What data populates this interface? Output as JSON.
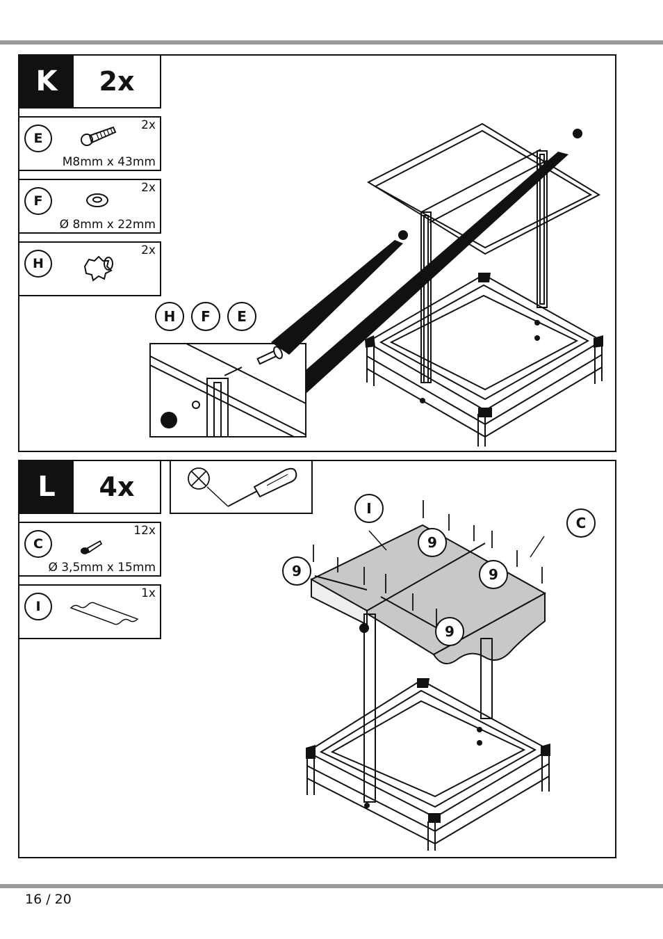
{
  "step_k": {
    "letter": "K",
    "count": "2x",
    "parts": [
      {
        "label": "E",
        "qty": "2x",
        "spec": "M8mm x 43mm",
        "icon": "bolt-icon"
      },
      {
        "label": "F",
        "qty": "2x",
        "spec": "Ø 8mm x 22mm",
        "icon": "washer-icon"
      },
      {
        "label": "H",
        "qty": "2x",
        "spec": "",
        "icon": "star-knob-icon"
      }
    ],
    "detail_callouts": [
      "H",
      "F",
      "E"
    ]
  },
  "step_l": {
    "letter": "L",
    "count": "4x",
    "tool_icon": "screwdriver-phillips-icon",
    "parts": [
      {
        "label": "C",
        "qty": "12x",
        "spec": "Ø 3,5mm x 15mm",
        "icon": "screw-icon"
      },
      {
        "label": "I",
        "qty": "1x",
        "spec": "",
        "icon": "canopy-fabric-icon"
      }
    ],
    "callouts": {
      "fabric": "I",
      "screws": "C",
      "count_a": "9",
      "count_b": "9",
      "count_c": "9",
      "count_d": "9"
    }
  },
  "footer": {
    "page": "16 / 20"
  }
}
